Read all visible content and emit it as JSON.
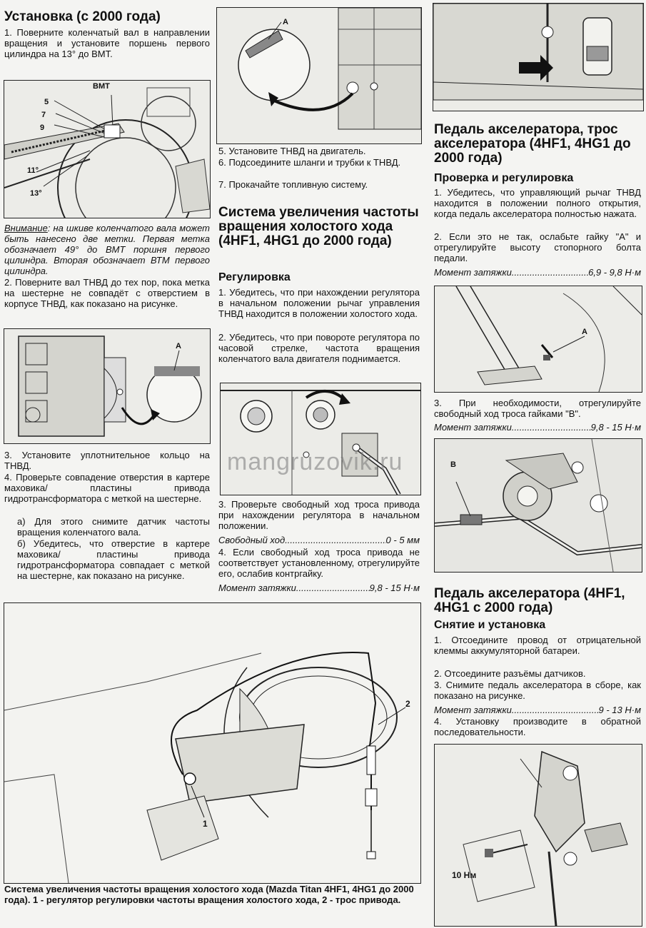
{
  "col1": {
    "heading": "Установка (с 2000 года)",
    "step1": "1. Поверните коленчатый вал в направлении вращения и установите поршень первого цилиндра на 13° до ВМТ.",
    "fig1_labels": {
      "bmt": "ВМТ",
      "m5": "5",
      "m7": "7",
      "m9": "9",
      "m11": "11°",
      "m13": "13°"
    },
    "note_label": "Внимание",
    "note_text": ": на шкиве коленчатого вала может быть нанесено две метки. Первая метка обозначает 49° до ВМТ поршня первого цилиндра. Вторая обозначает ВТМ первого цилиндра.",
    "step2": "2. Поверните вал ТНВД до тех пор, пока метка на шестерне не совпадёт с отверстием в корпусе ТНВД, как показано на рисунке.",
    "fig2_label_a": "A",
    "step3": "3. Установите уплотнительное кольцо на ТНВД.",
    "step4": "4. Проверьте совпадение отверстия в картере маховика/ пластины привода гидротрансформатора с меткой на шестерне.",
    "step4a": "а) Для этого снимите датчик частоты вращения коленчатого вала.",
    "step4b": "б) Убедитесь, что отверстие в картере маховика/ пластины привода гидротрансформатора совпадает с меткой на шестерне, как показано на рисунке."
  },
  "col2": {
    "fig_top_label_a": "A",
    "step5": "5. Установите ТНВД на двигатель.",
    "step6": "6. Подсоедините шланги и трубки к ТНВД.",
    "step7": "7. Прокачайте топливную систему.",
    "heading": "Система увеличения частоты вращения холостого хода (4HF1, 4HG1 до 2000 года)",
    "subheading": "Регулировка",
    "step1": "1. Убедитесь, что при нахождении регулятора в начальном положении рычаг управления ТНВД находится в положении холостого хода.",
    "step2": "2. Убедитесь, что при повороте регулятора по часовой стрелке, частота вращения коленчатого вала двигателя поднимается.",
    "step3": "3. Проверьте свободный ход троса привода при нахождении регулятора в начальном положении.",
    "spec1_label": "Свободный ход",
    "spec1_value": "0 - 5 мм",
    "step4": "4. Если свободный ход троса привода не соответствует установленному, отрегулируйте его, ослабив контргайку.",
    "spec2_label": "Момент затяжки",
    "spec2_value": "9,8 - 15 Н·м"
  },
  "col3": {
    "heading1": "Педаль акселератора, трос акселератора (4HF1, 4HG1 до 2000 года)",
    "subheading1": "Проверка и регулировка",
    "step1": "1. Убедитесь, что управляющий рычаг ТНВД находится в положении полного открытия, когда педаль акселератора полностью нажата.",
    "step2": "2. Если это не так, ослабьте гайку \"А\" и отрегулируйте высоту стопорного болта педали.",
    "spec1_label": "Момент затяжки",
    "spec1_value": "6,9 - 9,8 Н·м",
    "fig_a_label": "A",
    "step3": "3. При необходимости, отрегулируйте свободный ход троса гайками \"В\".",
    "spec2_label": "Момент затяжки",
    "spec2_value": "9,8 - 15 Н·м",
    "fig_b_label": "B",
    "heading2": "Педаль акселератора (4HF1, 4HG1 с 2000 года)",
    "subheading2": "Снятие и установка",
    "r1": "1. Отсоедините провод от отрицательной клеммы аккумуляторной батареи.",
    "r2": "2. Отсоедините разъёмы датчиков.",
    "r3": "3. Снимите педаль акселератора в сборе, как показано на рисунке.",
    "spec3_label": "Момент затяжки",
    "spec3_value": "9 - 13 Н·м",
    "r4": "4. Установку производите в обратной последовательности.",
    "fig_torque_label": "10 Нм"
  },
  "big_figure": {
    "label1": "1",
    "label2": "2",
    "caption": "Система увеличения частоты вращения холостого хода (Mazda Titan 4HF1, 4HG1 до 2000 года). 1 - регулятор регулировки частоты вращения холостого хода, 2 - трос привода."
  },
  "watermark": "mangruzovik.ru"
}
